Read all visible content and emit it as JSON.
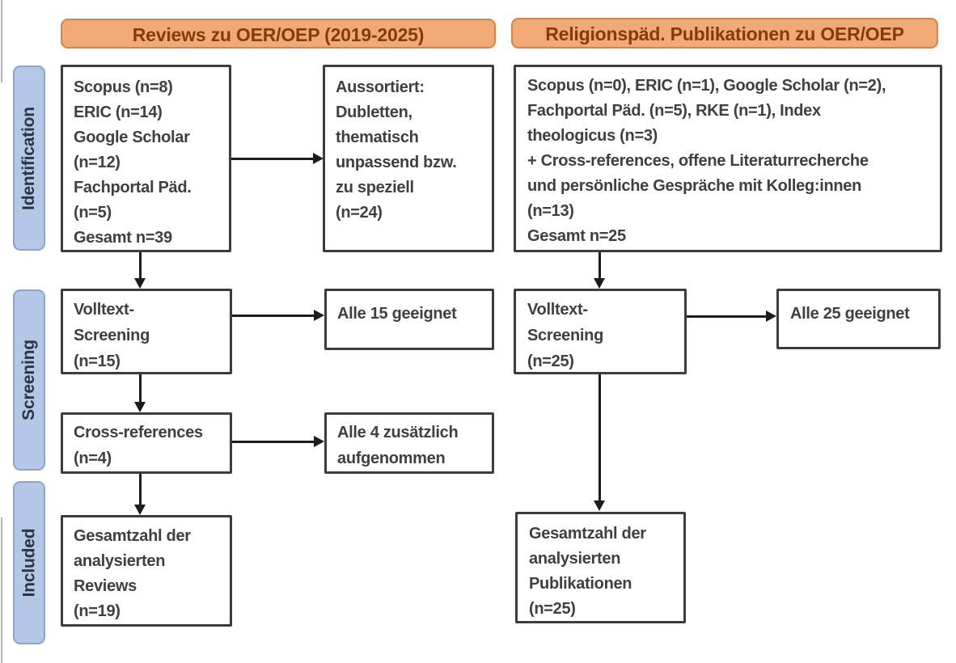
{
  "diagram": {
    "column_headers": [
      {
        "id": "left",
        "label": "Reviews zu OER/OEP (2019-2025)"
      },
      {
        "id": "right",
        "label": "Religionspäd. Publikationen zu OER/OEP"
      }
    ],
    "stage_labels": [
      "Identification",
      "Screening",
      "Included"
    ],
    "boxes": {
      "left_sources": {
        "lines": [
          "Scopus (n=8)",
          "ERIC (n=14)",
          "Google Scholar",
          "(n=12)",
          "Fachportal Päd.",
          "(n=5)",
          "Gesamt n=39"
        ]
      },
      "left_excluded": {
        "lines": [
          "Aussortiert:",
          "Dubletten,",
          "thematisch",
          "unpassend bzw.",
          "zu speziell",
          "(n=24)"
        ]
      },
      "left_fulltext_screening": {
        "lines": [
          "Volltext-",
          "Screening",
          "(n=15)"
        ]
      },
      "left_eligible": {
        "lines": [
          "Alle 15 geeignet"
        ]
      },
      "left_crossref": {
        "lines": [
          "Cross-references",
          "(n=4)"
        ]
      },
      "left_added": {
        "lines": [
          "Alle 4 zusätzlich",
          "aufgenommen"
        ]
      },
      "left_included": {
        "lines": [
          "Gesamtzahl der",
          "analysierten",
          "Reviews",
          "(n=19)"
        ]
      },
      "right_sources": {
        "lines": [
          "Scopus (n=0), ERIC (n=1), Google Scholar (n=2),",
          "Fachportal Päd. (n=5), RKE (n=1), Index",
          "theologicus (n=3)",
          "+ Cross-references, offene Literaturrecherche",
          "und persönliche Gespräche mit Kolleg:innen",
          "(n=13)",
          "Gesamt n=25"
        ]
      },
      "right_fulltext_screening": {
        "lines": [
          "Volltext-",
          "Screening",
          "(n=25)"
        ]
      },
      "right_eligible": {
        "lines": [
          "Alle 25 geeignet"
        ]
      },
      "right_included": {
        "lines": [
          "Gesamtzahl der",
          "analysierten",
          "Publikationen",
          "(n=25)"
        ]
      }
    },
    "colors": {
      "header_fill": "#f2a976",
      "header_border": "#d0854f",
      "header_text": "#843c0c",
      "stage_fill": "#b4c7e7",
      "stage_border": "#8ba3cd",
      "stage_text": "#2b3442",
      "box_border": "#3c3c3c",
      "box_text": "#3f3f3f",
      "arrow": "#1c1c1c",
      "background": "#ffffff"
    }
  }
}
